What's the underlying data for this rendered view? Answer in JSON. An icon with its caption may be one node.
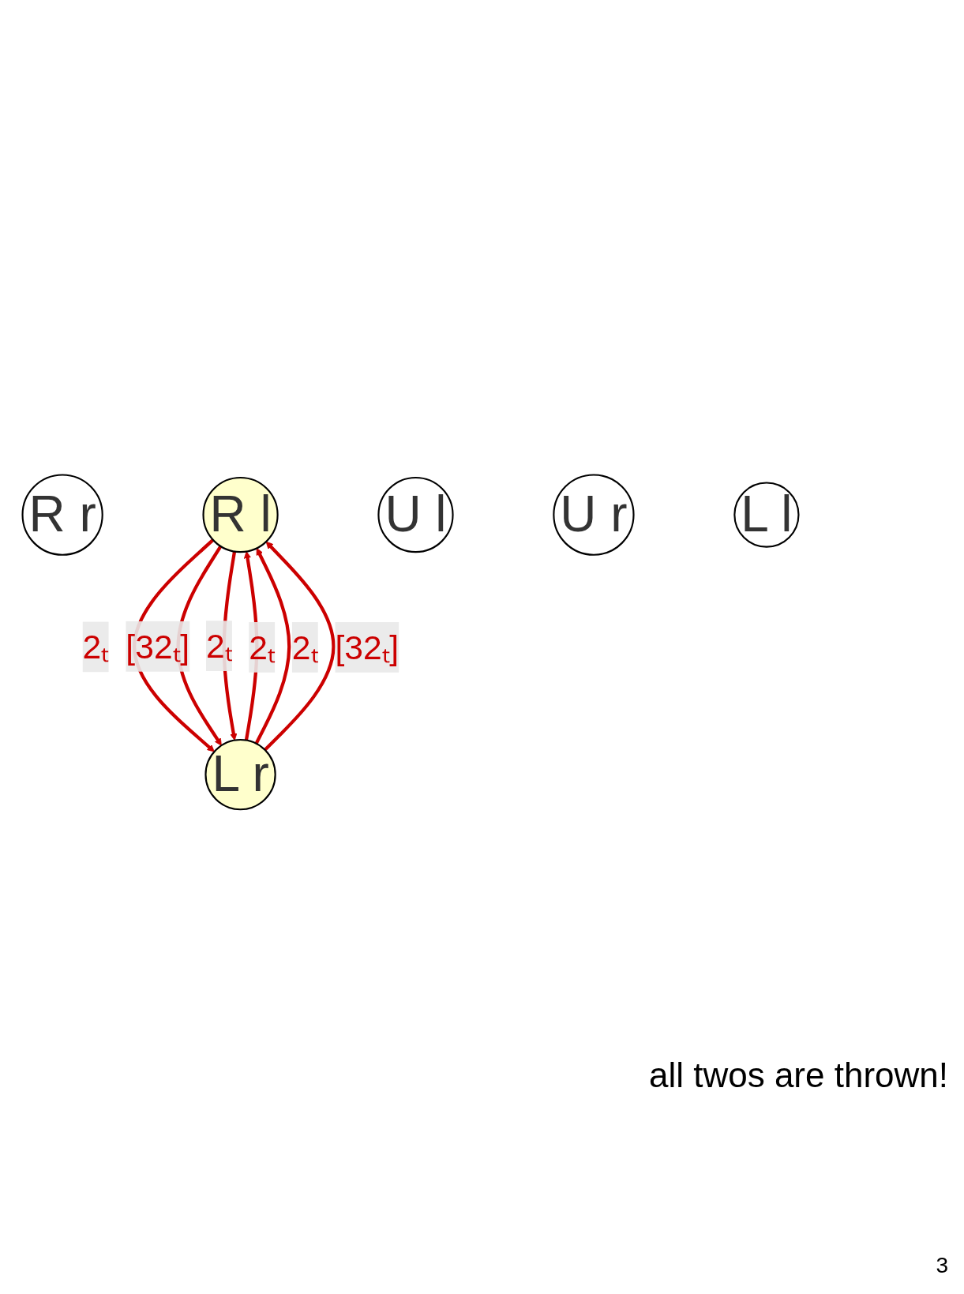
{
  "diagram": {
    "nodes": [
      {
        "text": [
          "R r"
        ]
      },
      {
        "text": [
          "R l"
        ]
      },
      {
        "text": [
          "U l"
        ]
      },
      {
        "text": [
          "U r"
        ]
      },
      {
        "text": [
          "L r"
        ]
      },
      {
        "text": [
          "L l"
        ]
      }
    ],
    "edges": [
      {
        "from": 1,
        "to": 4,
        "arrow": "to",
        "label": "2ₜ"
      },
      {
        "from": 4,
        "to": 1,
        "arrow": "to",
        "label": "2ₜ"
      },
      {
        "from": 1,
        "to": 4,
        "arrow": "to",
        "label": "[32ₜ]"
      },
      {
        "from": 4,
        "to": 1,
        "arrow": "to",
        "label": "2ₜ"
      },
      {
        "from": 1,
        "to": 4,
        "arrow": "to",
        "label": "2ₜ"
      },
      {
        "from": 4,
        "to": 1,
        "arrow": "to",
        "label": "[32ₜ]"
      }
    ],
    "labels": [
      "all twos are thrown!",
      "3"
    ]
  }
}
